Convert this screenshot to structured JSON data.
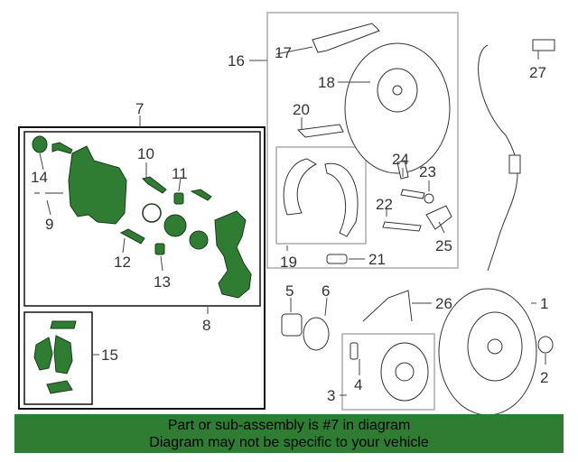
{
  "colors": {
    "highlight_fill": "#2e7d32",
    "banner_bg": "#2e7d32",
    "line": "#333333",
    "frame_gray": "#aaaaaa"
  },
  "callouts": {
    "c1": "1",
    "c2": "2",
    "c3": "3",
    "c4": "4",
    "c5": "5",
    "c6": "6",
    "c7": "7",
    "c8": "8",
    "c9": "9",
    "c10": "10",
    "c11": "11",
    "c12": "12",
    "c13": "13",
    "c14": "14",
    "c15": "15",
    "c16": "16",
    "c17": "17",
    "c18": "18",
    "c19": "19",
    "c20": "20",
    "c21": "21",
    "c22": "22",
    "c23": "23",
    "c24": "24",
    "c25": "25",
    "c26": "26",
    "c27": "27"
  },
  "banner": {
    "line1": "Part or sub-assembly is #7 in diagram",
    "line2": "Diagram may not be specific to your vehicle"
  }
}
